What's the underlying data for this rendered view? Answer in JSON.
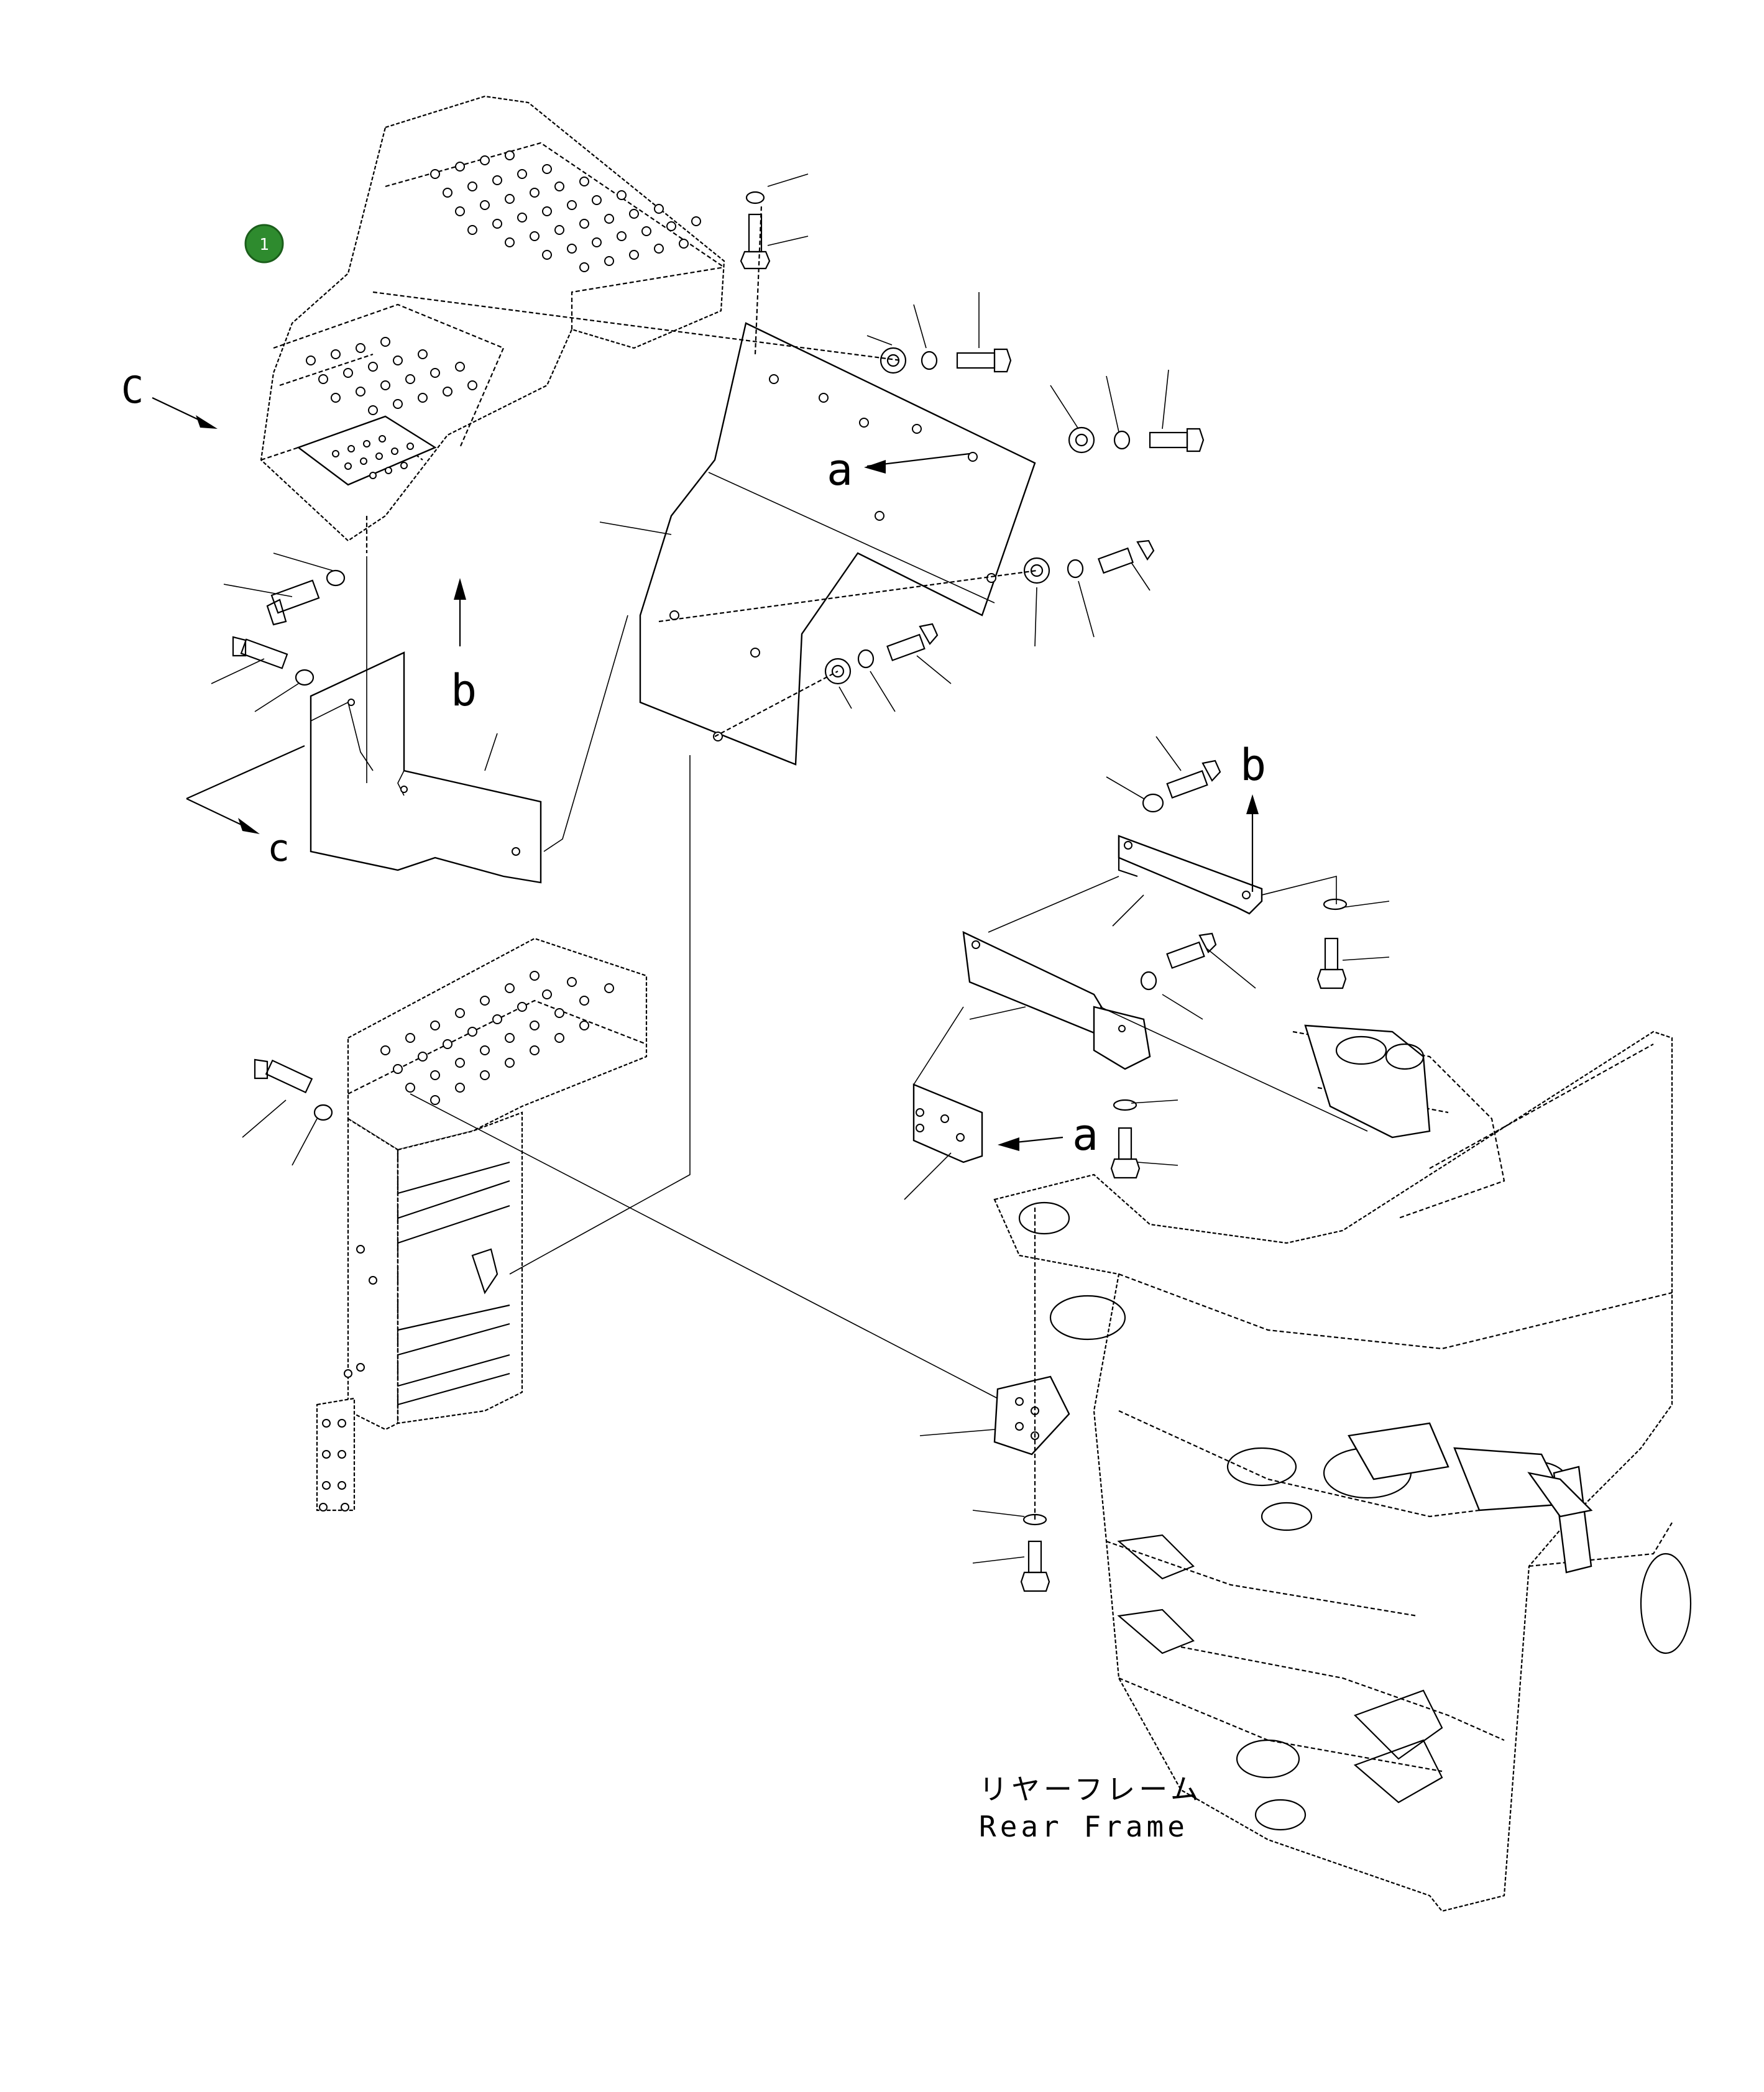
{
  "diagram": {
    "callout_number": "1",
    "callout_color": "#2e8b2e",
    "view_letters": {
      "c_upper": "C",
      "c_lower": "c",
      "a_upper": "a",
      "a_lower": "a",
      "b_upper": "b",
      "b_lower": "b"
    },
    "frame_label_jp": "リヤーフレーム",
    "frame_label_en": "Rear Frame"
  }
}
